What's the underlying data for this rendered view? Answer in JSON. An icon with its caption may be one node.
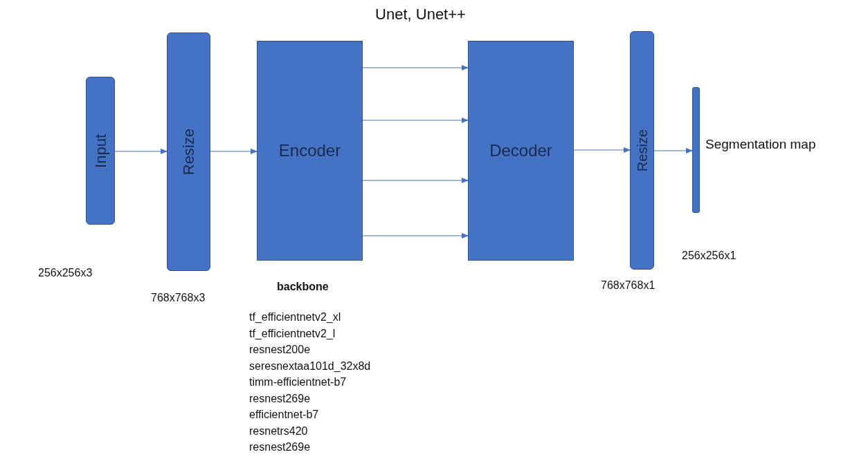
{
  "diagram": {
    "title": "Unet, Unet++",
    "nodes": [
      {
        "text": [
          "Input"
        ],
        "beside": [
          "256x256x3"
        ]
      },
      {
        "text": [
          "Resize"
        ],
        "beside": [
          "768x768x3"
        ]
      },
      {
        "text": [
          "Encoder"
        ],
        "beside": [
          "backbone"
        ]
      },
      {
        "text": [
          "Decoder"
        ]
      },
      {
        "text": [
          "Resize"
        ],
        "beside": [
          "768x768x1"
        ]
      },
      {
        "text": [],
        "shape": "bar",
        "beside": [
          "Segmentation map",
          "256x256x1"
        ]
      }
    ],
    "edges": [
      {
        "from": 0,
        "to": 1,
        "arrow": "to"
      },
      {
        "from": 1,
        "to": 2,
        "arrow": "to"
      },
      {
        "from": 2,
        "to": 3,
        "arrow": "to"
      },
      {
        "from": 2,
        "to": 3,
        "arrow": "to"
      },
      {
        "from": 2,
        "to": 3,
        "arrow": "to"
      },
      {
        "from": 2,
        "to": 3,
        "arrow": "to"
      },
      {
        "from": 3,
        "to": 4,
        "arrow": "to"
      },
      {
        "from": 4,
        "to": 5,
        "arrow": "to"
      }
    ],
    "labels": [
      "tf_efficientnetv2_xl",
      "tf_efficientnetv2_l",
      "resnest200e",
      "seresnextaa101d_32x8d",
      "timm-efficientnet-b7",
      "resnest269e",
      "efficientnet-b7",
      "resnetrs420",
      "resnest269e"
    ]
  }
}
